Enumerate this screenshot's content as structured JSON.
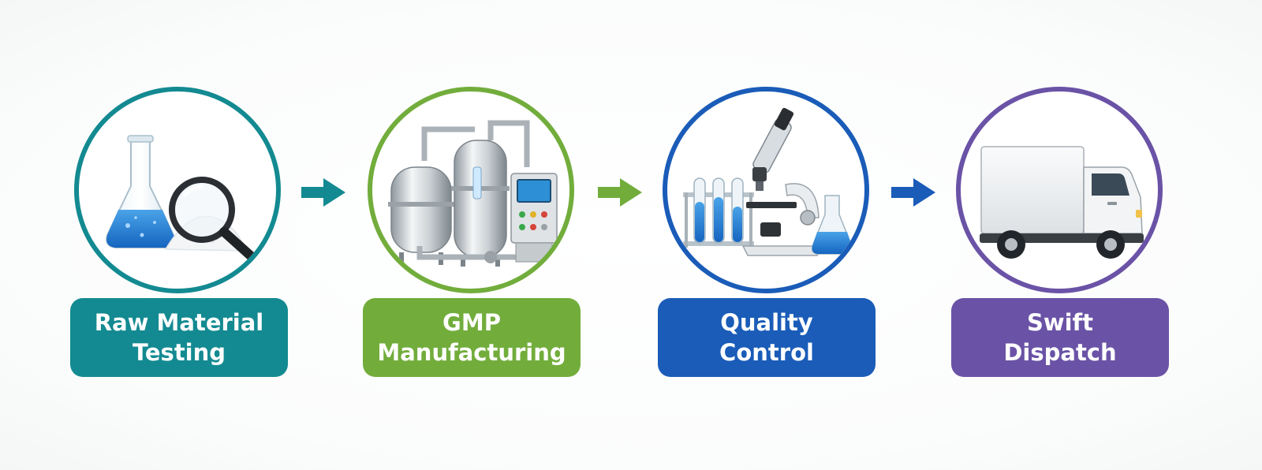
{
  "colors": {
    "teal": "#138a91",
    "green": "#72ad3c",
    "blue": "#1a5cb8",
    "purple": "#6a53a6"
  },
  "steps": [
    {
      "line1": "Raw Material",
      "line2": "Testing",
      "icon": "flask-magnifier-icon"
    },
    {
      "line1": "GMP",
      "line2": "Manufacturing",
      "icon": "steel-tanks-icon"
    },
    {
      "line1": "Quality",
      "line2": "Control",
      "icon": "microscope-icon"
    },
    {
      "line1": "Swift",
      "line2": "Dispatch",
      "icon": "delivery-truck-icon"
    }
  ]
}
